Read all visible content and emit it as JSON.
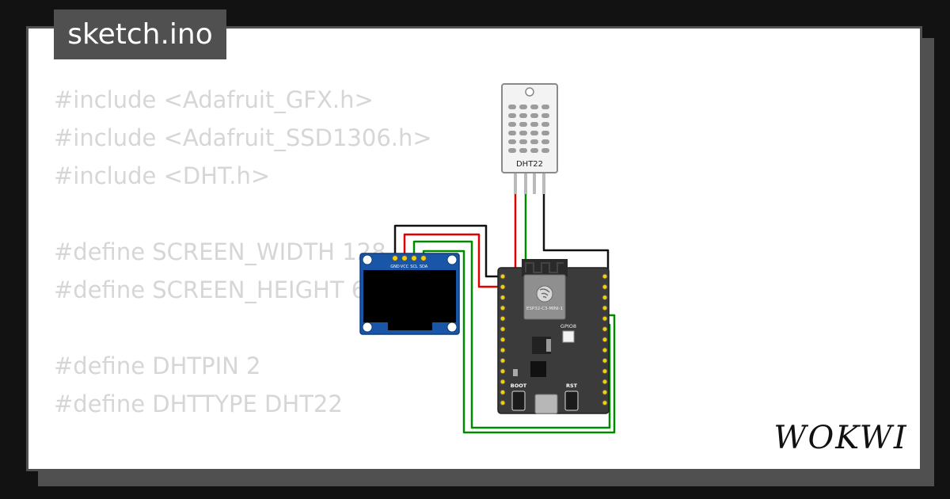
{
  "file_tab": {
    "label": "sketch.ino"
  },
  "code_lines": [
    "#include <Adafruit_GFX.h>",
    "#include <Adafruit_SSD1306.h>",
    "#include <DHT.h>",
    "",
    "#define SCREEN_WIDTH 128",
    "#define SCREEN_HEIGHT 64",
    "",
    "#define DHTPIN 2",
    "#define DHTTYPE DHT22"
  ],
  "sensor": {
    "label": "DHT22"
  },
  "oled": {
    "pin_labels": [
      "GND",
      "VCC",
      "SCL",
      "SDA"
    ]
  },
  "board": {
    "chip_label": "ESP32-C3-MINI-1",
    "gpio_label": "GPIO8",
    "boot_label": "BOOT",
    "rst_label": "RST"
  },
  "brand": {
    "logo_text": "WOKWI"
  },
  "colors": {
    "background": "#121212",
    "card_border": "#505050",
    "code_text": "#d6d6d6",
    "wire_red": "#e00000",
    "wire_green": "#008a00",
    "wire_black": "#111111",
    "oled_pcb": "#1a56a8",
    "board_pcb": "#3b3b3b"
  }
}
